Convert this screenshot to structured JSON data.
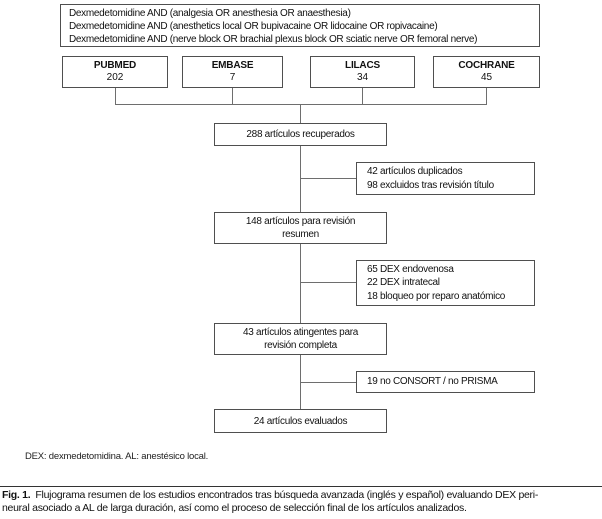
{
  "colors": {
    "box_border": "#4f4f4f",
    "connector_line": "#6e6e6e",
    "text": "#111111"
  },
  "query_box": {
    "lines": [
      "Dexmedetomidine AND (analgesia OR anesthesia OR anaesthesia)",
      "Dexmedetomidine AND (anesthetics local OR bupivacaine OR lidocaine OR ropivacaine)",
      "Dexmedetomidine AND (nerve block OR brachial plexus block OR sciatic nerve OR femoral nerve)"
    ]
  },
  "databases": [
    {
      "name": "PUBMED",
      "count": "202"
    },
    {
      "name": "EMBASE",
      "count": "7"
    },
    {
      "name": "LILACS",
      "count": "34"
    },
    {
      "name": "COCHRANE",
      "count": "45"
    }
  ],
  "flow": {
    "recovered": {
      "lines": [
        "288 artículos recuperados"
      ]
    },
    "abstract_review": {
      "lines": [
        "148 artículos para revisión",
        "resumen"
      ]
    },
    "full_review": {
      "lines": [
        "43 artículos atingentes para",
        "revisión completa"
      ]
    },
    "evaluated": {
      "lines": [
        "24 artículos evaluados"
      ]
    }
  },
  "exclusions": {
    "after_title": {
      "lines": [
        "42 artículos duplicados",
        "98 excluidos tras revisión título"
      ]
    },
    "after_abstract": {
      "lines": [
        "65 DEX endovenosa",
        "22 DEX intratecal",
        "18 bloqueo por reparo anatómico"
      ]
    },
    "after_full": {
      "lines": [
        "19 no CONSORT / no PRISMA"
      ]
    }
  },
  "footnote": "DEX: dexmedetomidina. AL: anestésico local.",
  "caption": {
    "label": "Fig. 1.",
    "line1": "Flujograma resumen de los estudios encontrados tras búsqueda avanzada (inglés y español) evaluando DEX peri-",
    "line2": "neural asociado a AL de larga duración, así como el proceso de selección final de los artículos analizados."
  }
}
